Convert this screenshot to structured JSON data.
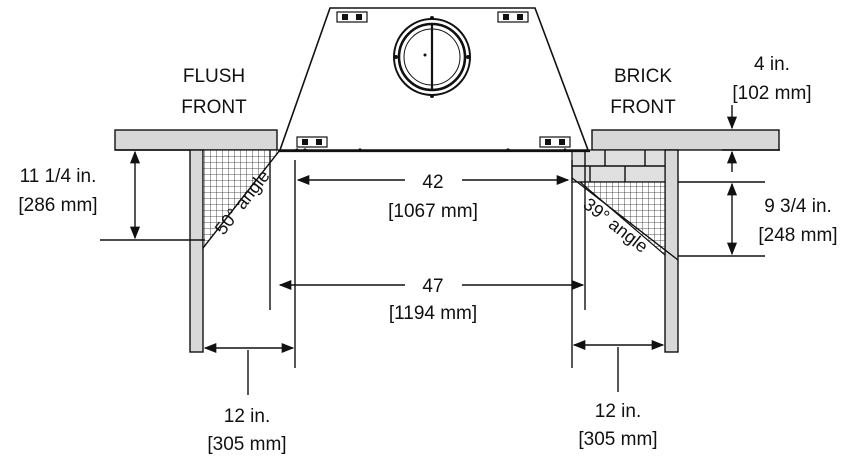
{
  "labels": {
    "flush_front": [
      "FLUSH",
      "FRONT"
    ],
    "brick_front": [
      "BRICK",
      "FRONT"
    ],
    "wall_thickness": [
      "4 in.",
      "[102 mm]"
    ],
    "flush_hearth_height": [
      "11 1/4 in.",
      "[286 mm]"
    ],
    "brick_hearth_height": [
      "9 3/4 in.",
      "[248 mm]"
    ],
    "inner_width": [
      "42",
      "[1067 mm]"
    ],
    "outer_width": [
      "47",
      "[1194 mm]"
    ],
    "left_clearance": [
      "12 in.",
      "[305 mm]"
    ],
    "right_clearance": [
      "12 in.",
      "[305 mm]"
    ],
    "left_angle": "50° angle",
    "right_angle": "39° angle"
  }
}
